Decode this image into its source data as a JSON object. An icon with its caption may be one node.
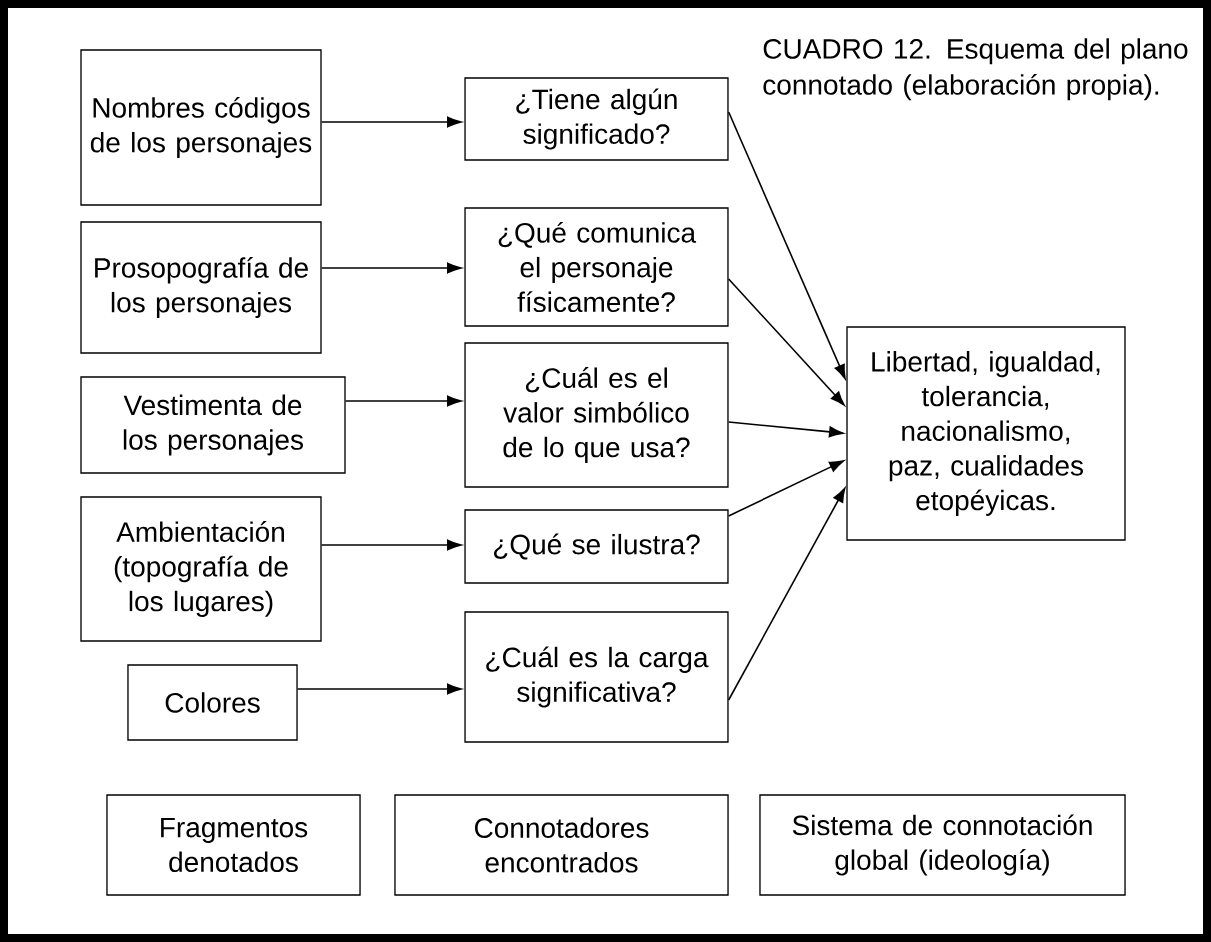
{
  "diagram": {
    "title": "CUADRO 12. Esquema del plano connotado (elaboración propia).",
    "nodes": [
      {
        "text": [
          "Nombres códigos de los personajes"
        ]
      },
      {
        "text": [
          "¿Tiene algún significado?"
        ]
      },
      {
        "text": [
          "Prosopografía de los personajes"
        ]
      },
      {
        "text": [
          "¿Qué comunica el personaje físicamente?"
        ]
      },
      {
        "text": [
          "Vestimenta de los personajes"
        ]
      },
      {
        "text": [
          "¿Cuál es el valor simbólico de lo que usa?"
        ]
      },
      {
        "text": [
          "Ambientación (topografía de los lugares)"
        ]
      },
      {
        "text": [
          "¿Qué se ilustra?"
        ]
      },
      {
        "text": [
          "Colores"
        ]
      },
      {
        "text": [
          "¿Cuál es la carga significativa?"
        ]
      },
      {
        "text": [
          "Libertad, igualdad, tolerancia, nacionalismo, paz, cualidades etopéyicas."
        ]
      },
      {
        "text": [
          "Fragmentos denotados"
        ]
      },
      {
        "text": [
          "Connotadores encontrados"
        ]
      },
      {
        "text": [
          "Sistema de connotación global (ideología)"
        ]
      }
    ],
    "edges": [
      {
        "from": 0,
        "to": 1,
        "arrow": "to"
      },
      {
        "from": 2,
        "to": 3,
        "arrow": "to"
      },
      {
        "from": 4,
        "to": 5,
        "arrow": "to"
      },
      {
        "from": 6,
        "to": 7,
        "arrow": "to"
      },
      {
        "from": 8,
        "to": 9,
        "arrow": "to"
      },
      {
        "from": 1,
        "to": 10,
        "arrow": "to"
      },
      {
        "from": 3,
        "to": 10,
        "arrow": "to"
      },
      {
        "from": 5,
        "to": 10,
        "arrow": "to"
      },
      {
        "from": 7,
        "to": 10,
        "arrow": "to"
      },
      {
        "from": 9,
        "to": 10,
        "arrow": "to"
      }
    ]
  }
}
